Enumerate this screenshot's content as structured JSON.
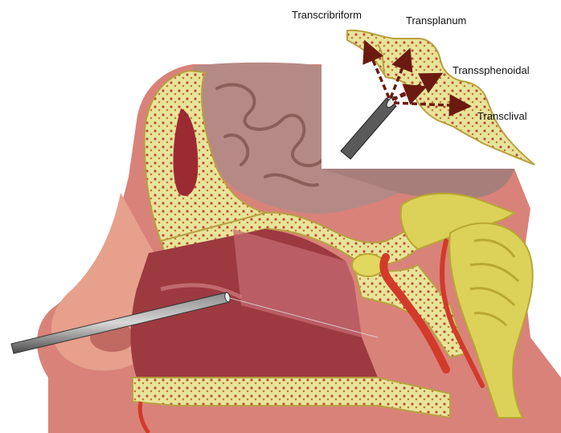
{
  "figure": {
    "labels": {
      "transcribriform": "Transcribriform",
      "transplanum": "Transplanum",
      "transsphenoidal": "Transsphenoidal",
      "transclival": "Transclival"
    }
  },
  "colors": {
    "background": "#ffffff",
    "bone": "#e8ea9a",
    "bone_dark": "#c8a040",
    "soft_tissue": "#d9827a",
    "skin": "#e6a08c",
    "brain": "#b58a86",
    "nasal_cavity": "#9c3a40",
    "artery": "#d23a2a",
    "brainstem": "#dcd25a",
    "instrument": "#555555",
    "arrow": "#6b1a10"
  },
  "icons": {
    "arrow": "dashed-arrow",
    "instrument": "endoscope"
  }
}
